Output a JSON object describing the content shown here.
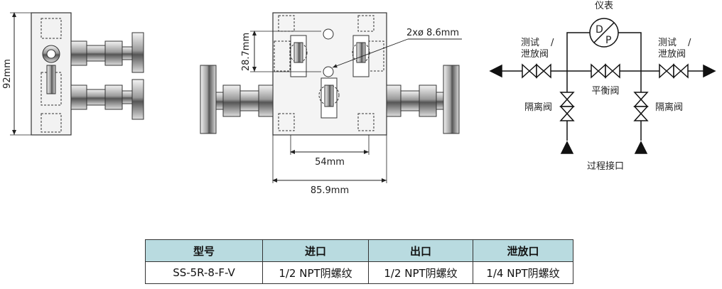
{
  "dimensions": {
    "height": "92mm",
    "hole": "2xø 8.6mm",
    "vertical_spacing": "28.7mm",
    "inner_width": "54mm",
    "outer_width": "85.9mm"
  },
  "schematic": {
    "gauge_label": "仪表",
    "gauge_symbol_top": "D",
    "gauge_symbol_bottom": "P",
    "test_vent_left_1": "测试",
    "test_vent_left_2": "泄放阀",
    "test_vent_right_1": "测试",
    "test_vent_right_2": "泄放阀",
    "slash": "/",
    "balance_valve": "平衡阀",
    "isolation_left": "隔离阀",
    "isolation_right": "隔离阀",
    "process_connection": "过程接口"
  },
  "table": {
    "headers": [
      "型号",
      "进口",
      "出口",
      "泄放口"
    ],
    "rows": [
      [
        "SS-5R-8-F-V",
        "1/2 NPT阴螺纹",
        "1/2 NPT阴螺纹",
        "1/4 NPT阴螺纹"
      ]
    ]
  }
}
